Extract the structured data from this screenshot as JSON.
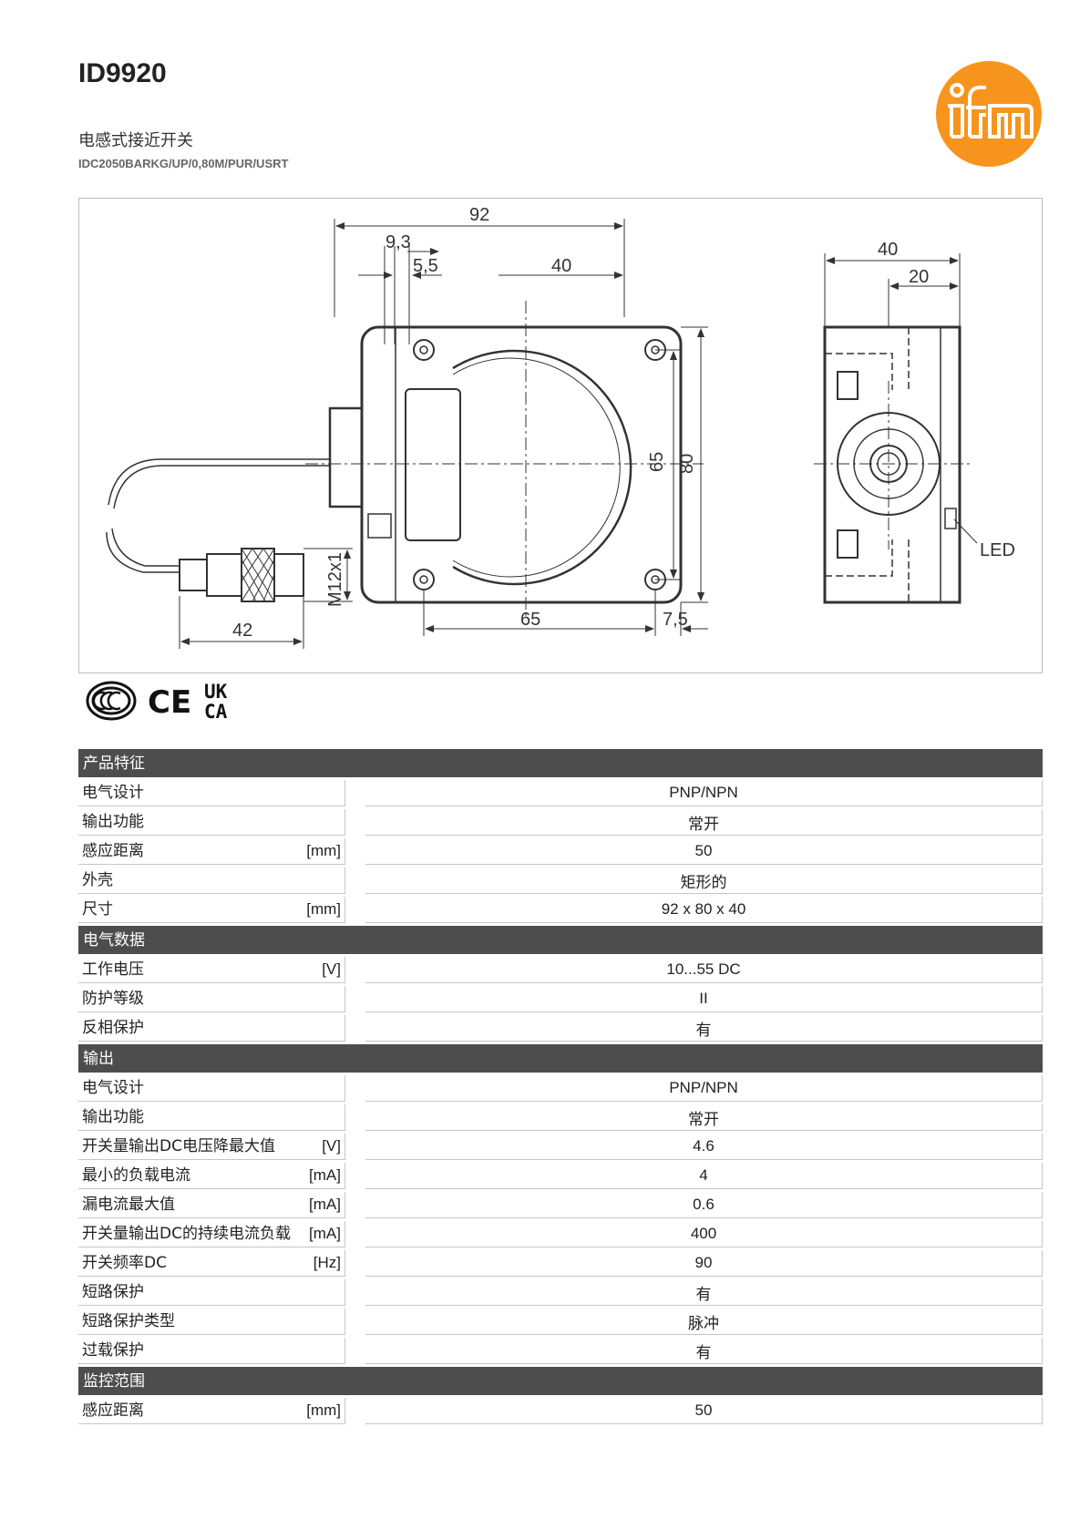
{
  "header": {
    "title": "ID9920",
    "subtitle": "电感式接近开关",
    "order_code": "IDC2050BARKG/UP/0,80M/PUR/USRT"
  },
  "logo": {
    "text": "ifm",
    "color": "#f7941d"
  },
  "drawing": {
    "dims": {
      "d92": "92",
      "d93": "9,3",
      "d55": "5,5",
      "d40a": "40",
      "d65v": "65",
      "d80": "80",
      "d65h": "65",
      "d75": "7,5",
      "d42": "42",
      "m12": "M12x1",
      "d40b": "40",
      "d20": "20",
      "led": "LED"
    }
  },
  "certs": {
    "ce": "CE",
    "ukca_top": "UK",
    "ukca_bottom": "CA"
  },
  "spec": {
    "sections": [
      {
        "title": "产品特征",
        "rows": [
          {
            "label": "电气设计",
            "unit": "",
            "value": "PNP/NPN"
          },
          {
            "label": "输出功能",
            "unit": "",
            "value": "常开"
          },
          {
            "label": "感应距离",
            "unit": "[mm]",
            "value": "50"
          },
          {
            "label": "外壳",
            "unit": "",
            "value": "矩形的"
          },
          {
            "label": "尺寸",
            "unit": "[mm]",
            "value": "92 x 80 x 40"
          }
        ]
      },
      {
        "title": "电气数据",
        "rows": [
          {
            "label": "工作电压",
            "unit": "[V]",
            "value": "10...55 DC"
          },
          {
            "label": "防护等级",
            "unit": "",
            "value": "II"
          },
          {
            "label": "反相保护",
            "unit": "",
            "value": "有"
          }
        ]
      },
      {
        "title": "输出",
        "rows": [
          {
            "label": "电气设计",
            "unit": "",
            "value": "PNP/NPN"
          },
          {
            "label": "输出功能",
            "unit": "",
            "value": "常开"
          },
          {
            "label": "开关量输出DC电压降最大值",
            "unit": "[V]",
            "value": "4.6"
          },
          {
            "label": "最小的负载电流",
            "unit": "[mA]",
            "value": "4"
          },
          {
            "label": "漏电流最大值",
            "unit": "[mA]",
            "value": "0.6"
          },
          {
            "label": "开关量输出DC的持续电流负载",
            "unit": "[mA]",
            "value": "400"
          },
          {
            "label": "开关频率DC",
            "unit": "[Hz]",
            "value": "90"
          },
          {
            "label": "短路保护",
            "unit": "",
            "value": "有"
          },
          {
            "label": "短路保护类型",
            "unit": "",
            "value": "脉冲"
          },
          {
            "label": "过载保护",
            "unit": "",
            "value": "有"
          }
        ]
      },
      {
        "title": "监控范围",
        "rows": [
          {
            "label": "感应距离",
            "unit": "[mm]",
            "value": "50"
          }
        ]
      }
    ]
  }
}
